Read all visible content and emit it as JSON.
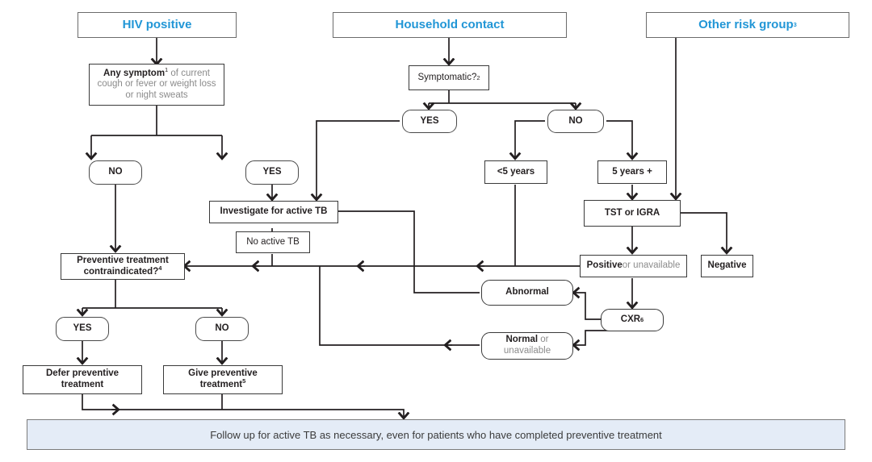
{
  "colors": {
    "accent": "#2196d6",
    "banner_fill": "#e4ecf7",
    "line": "#231f20",
    "muted": "#8b8b8b"
  },
  "headers": [
    {
      "name": "hiv-positive",
      "label": "HIV positive"
    },
    {
      "name": "household-contact",
      "label": "Household contact"
    },
    {
      "name": "other-risk-group",
      "label": "Other risk group",
      "sup": "3"
    }
  ],
  "nodes": {
    "any_symptom": {
      "bold": "Any symptom",
      "sup": "1",
      "rest": " of current",
      "line2": "cough or fever or weight loss",
      "line3": "or night sweats"
    },
    "symptomatic": {
      "label": "Symptomatic?",
      "sup": "2"
    },
    "hiv_no": {
      "label": "NO"
    },
    "hiv_yes": {
      "label": "YES"
    },
    "hc_yes": {
      "label": "YES"
    },
    "hc_no": {
      "label": "NO"
    },
    "under5": {
      "label": "<5 years"
    },
    "over5": {
      "label": "5 years +"
    },
    "tst_igra": {
      "label": "TST or IGRA"
    },
    "positive": {
      "bold": "Positive",
      "rest": " or unavailable"
    },
    "negative": {
      "label": "Negative"
    },
    "investigate": {
      "label": "Investigate for active TB"
    },
    "no_active_tb": {
      "label": "No active TB"
    },
    "contraindicated": {
      "line1": "Preventive treatment",
      "line2": "contraindicated?",
      "sup": "4"
    },
    "abnormal": {
      "label": "Abnormal"
    },
    "cxr": {
      "label": "CXR",
      "sup": "6"
    },
    "normal": {
      "bold": "Normal",
      "rest": " or",
      "line2": "unavailable"
    },
    "ct_yes": {
      "label": "YES"
    },
    "ct_no": {
      "label": "NO"
    },
    "defer": {
      "line1": "Defer preventive",
      "line2": "treatment"
    },
    "give": {
      "line1": "Give preventive",
      "line2": "treatment",
      "sup": "5"
    }
  },
  "banner": {
    "text": "Follow up for active TB as necessary, even for patients who have completed preventive treatment"
  }
}
